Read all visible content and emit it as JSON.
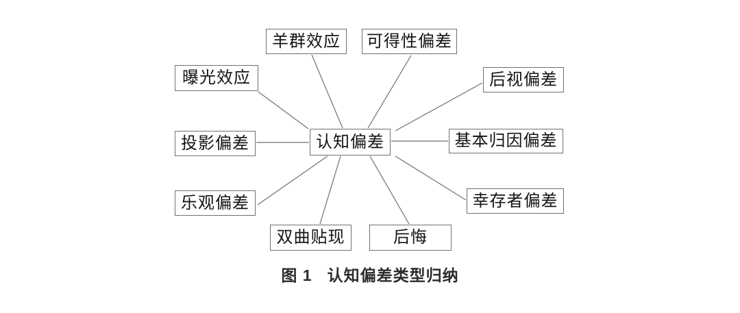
{
  "diagram": {
    "center": {
      "label": "认知偏差"
    },
    "nodes": [
      {
        "id": "herd",
        "label": "羊群效应"
      },
      {
        "id": "availability",
        "label": "可得性偏差"
      },
      {
        "id": "exposure",
        "label": "曝光效应"
      },
      {
        "id": "hindsight",
        "label": "后视偏差"
      },
      {
        "id": "projection",
        "label": "投影偏差"
      },
      {
        "id": "attribution",
        "label": "基本归因偏差"
      },
      {
        "id": "optimism",
        "label": "乐观偏差"
      },
      {
        "id": "survivorship",
        "label": "幸存者偏差"
      },
      {
        "id": "hyperbolic",
        "label": "双曲贴现"
      },
      {
        "id": "regret",
        "label": "后悔"
      }
    ],
    "connections": [
      {
        "from": "认知偏差",
        "to": "羊群效应"
      },
      {
        "from": "认知偏差",
        "to": "可得性偏差"
      },
      {
        "from": "认知偏差",
        "to": "曝光效应"
      },
      {
        "from": "认知偏差",
        "to": "后视偏差"
      },
      {
        "from": "认知偏差",
        "to": "投影偏差"
      },
      {
        "from": "认知偏差",
        "to": "基本归因偏差"
      },
      {
        "from": "认知偏差",
        "to": "乐观偏差"
      },
      {
        "from": "认知偏差",
        "to": "幸存者偏差"
      },
      {
        "from": "认知偏差",
        "to": "双曲贴现"
      },
      {
        "from": "认知偏差",
        "to": "后悔"
      }
    ],
    "caption_prefix": "图 1",
    "caption_title": "认知偏差类型归纳",
    "colors": {
      "background": "#ffffff",
      "box_border": "#6f6f6f",
      "line": "#6f6f6f",
      "text": "#141414",
      "caption_text": "#2b2b2b"
    }
  }
}
